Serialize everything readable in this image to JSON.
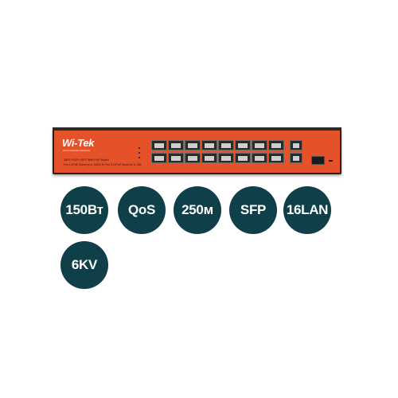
{
  "product": {
    "brand": "Wi-Tek",
    "brand_tagline": "Communication Solutions",
    "model_line": "16FE+2GE+1SFP Web PoE Switch",
    "spec_line": "Port 1-8 PoE Speed up to 10/100 M; Port 9-16 PoE Speed up to 10M"
  },
  "features": [
    {
      "label": "150Вт"
    },
    {
      "label": "QoS"
    },
    {
      "label": "250м"
    },
    {
      "label": "SFP"
    },
    {
      "label": "16LAN"
    },
    {
      "label": "6KV"
    }
  ],
  "colors": {
    "feature_circle": "#0f3f48",
    "switch_body": "#e5522a"
  }
}
